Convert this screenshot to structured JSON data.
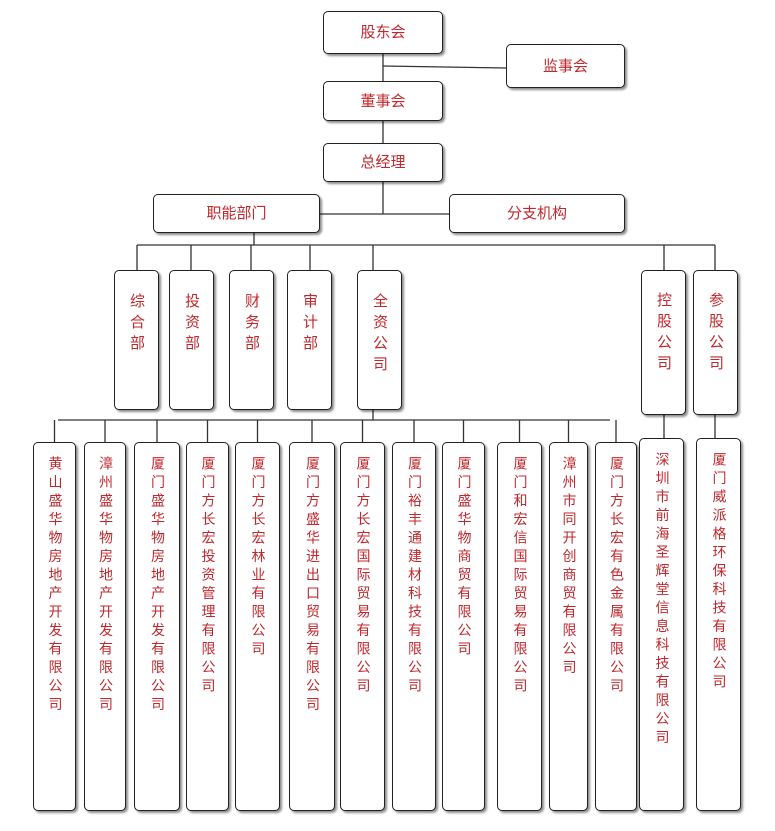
{
  "top": {
    "shareholders": "股东会",
    "supervisors": "监事会",
    "board": "董事会",
    "gm": "总经理",
    "functional": "职能部门",
    "branches": "分支机构"
  },
  "departments": [
    {
      "id": "zonghe",
      "label": "综合部"
    },
    {
      "id": "touzi",
      "label": "投资部"
    },
    {
      "id": "caiwu",
      "label": "财务部"
    },
    {
      "id": "shenji",
      "label": "审计部"
    },
    {
      "id": "quanzi",
      "label": "全资公司"
    },
    {
      "id": "konggu",
      "label": "控股公司"
    },
    {
      "id": "cangu",
      "label": "参股公司"
    }
  ],
  "subsidiaries": [
    "黄山盛华物房地产开发有限公司",
    "漳州盛华物房地产开发有限公司",
    "厦门盛华物房地产开发有限公司",
    "厦门方长宏投资管理有限公司",
    "厦门方长宏林业有限公司",
    "厦门方盛华进出口贸易有限公司",
    "厦门方长宏国际贸易有限公司",
    "厦门裕丰通建材科技有限公司",
    "厦门盛华物商贸有限公司",
    "厦门和宏信国际贸易有限公司",
    "漳州市同开创商贸有限公司",
    "厦门方长宏有色金属有限公司",
    "深圳市前海圣辉堂信息科技有限公司",
    "厦门威派格环保科技有限公司"
  ]
}
